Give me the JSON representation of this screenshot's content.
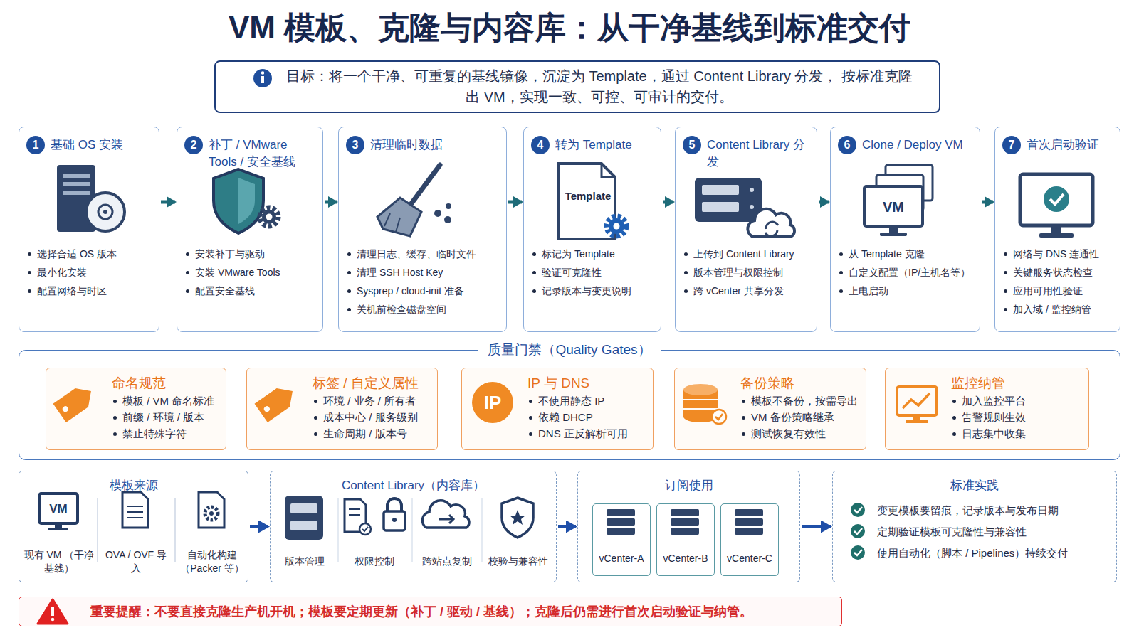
{
  "diagram": {
    "title": "VM 模板、克隆与内容库：从干净基线到标准交付",
    "nodes": [
      {
        "text": [
          "目标：将一个干净、可重复的基线镜像，沉淀为 Template，通过 Content Library 分发， 按标准克隆出 VM，实现一致、可控、可审计的交付。"
        ]
      },
      {
        "text": [
          "1",
          "基础 OS 安装",
          "选择合适 OS 版本",
          "最小化安装",
          "配置网络与时区"
        ]
      },
      {
        "text": [
          "2",
          "补丁 / VMware Tools / 安全基线",
          "安装补丁与驱动",
          "安装 VMware Tools",
          "配置安全基线"
        ]
      },
      {
        "text": [
          "3",
          "清理临时数据",
          "清理日志、缓存、临时文件",
          "清理 SSH Host Key",
          "Sysprep / cloud-init 准备",
          "关机前检查磁盘空间"
        ]
      },
      {
        "text": [
          "4",
          "转为 Template",
          "标记为 Template",
          "验证可克隆性",
          "记录版本与变更说明"
        ]
      },
      {
        "text": [
          "5",
          "Content Library 分发",
          "上传到 Content Library",
          "版本管理与权限控制",
          "跨 vCenter 共享分发"
        ]
      },
      {
        "text": [
          "6",
          "Clone / Deploy VM",
          "从 Template 克隆",
          "自定义配置（IP/主机名等）",
          "上电启动"
        ]
      },
      {
        "text": [
          "7",
          "首次启动验证",
          "网络与 DNS 连通性",
          "关键服务状态检查",
          "应用可用性验证",
          "加入域 / 监控纳管"
        ]
      },
      {
        "text": [
          "质量门禁（Quality Gates）"
        ]
      },
      {
        "text": [
          "命名规范",
          "模板 / VM 命名标准",
          "前缀 / 环境 / 版本",
          "禁止特殊字符"
        ],
        "in": 8
      },
      {
        "text": [
          "标签 / 自定义属性",
          "环境 / 业务 / 所有者",
          "成本中心 / 服务级别",
          "生命周期 / 版本号"
        ],
        "in": 8
      },
      {
        "text": [
          "IP 与 DNS",
          "不使用静态 IP",
          "依赖 DHCP",
          "DNS 正反解析可用"
        ],
        "in": 8
      },
      {
        "text": [
          "备份策略",
          "模板不备份，按需导出",
          "VM 备份策略继承",
          "测试恢复有效性"
        ],
        "in": 8
      },
      {
        "text": [
          "监控纳管",
          "加入监控平台",
          "告警规则生效",
          "日志集中收集"
        ],
        "in": 8
      },
      {
        "text": [
          "模板来源"
        ]
      },
      {
        "text": [
          "现有 VM （干净基线）"
        ],
        "in": 14
      },
      {
        "text": [
          "OVA / OVF 导入"
        ],
        "in": 14
      },
      {
        "text": [
          "自动化构建 （Packer 等）"
        ],
        "in": 14
      },
      {
        "text": [
          "Content Library（内容库）"
        ]
      },
      {
        "text": [
          "版本管理"
        ],
        "in": 18
      },
      {
        "text": [
          "权限控制"
        ],
        "in": 18
      },
      {
        "text": [
          "跨站点复制"
        ],
        "in": 18
      },
      {
        "text": [
          "校验与兼容性"
        ],
        "in": 18
      },
      {
        "text": [
          "订阅使用"
        ]
      },
      {
        "text": [
          "vCenter-A"
        ],
        "in": 23
      },
      {
        "text": [
          "vCenter-B"
        ],
        "in": 23
      },
      {
        "text": [
          "vCenter-C"
        ],
        "in": 23
      },
      {
        "text": [
          "标准实践",
          "变更模板要留痕，记录版本与发布日期",
          "定期验证模板可克隆性与兼容性",
          "使用自动化（脚本 / Pipelines）持续交付"
        ]
      },
      {
        "text": [
          "重要提醒：不要直接克隆生产机开机；模板要定期更新（补丁 / 驱动 / 基线）；克隆后仍需进行首次启动验证与纳管。"
        ]
      }
    ],
    "edges": [
      {
        "from": 1,
        "to": 2,
        "arrow": "to"
      },
      {
        "from": 2,
        "to": 3,
        "arrow": "to"
      },
      {
        "from": 3,
        "to": 4,
        "arrow": "to"
      },
      {
        "from": 4,
        "to": 5,
        "arrow": "to"
      },
      {
        "from": 5,
        "to": 6,
        "arrow": "to"
      },
      {
        "from": 6,
        "to": 7,
        "arrow": "to"
      },
      {
        "from": 14,
        "to": 18,
        "arrow": "to"
      },
      {
        "from": 18,
        "to": 23,
        "arrow": "to"
      },
      {
        "from": 23,
        "to": 27,
        "arrow": "to"
      }
    ],
    "labels": [
      "Template",
      "VM",
      "IP",
      "VM"
    ]
  }
}
